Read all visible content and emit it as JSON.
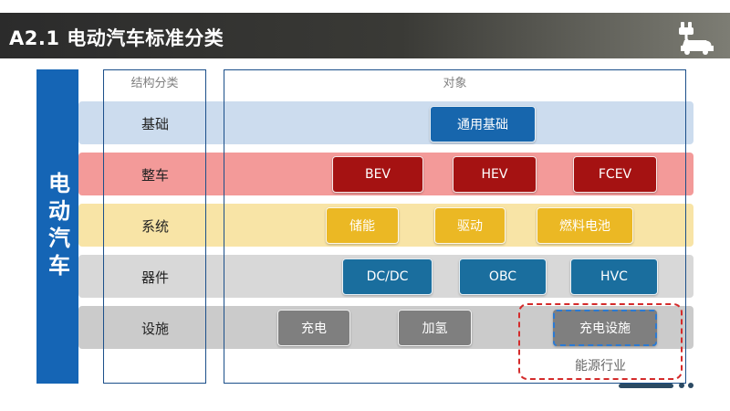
{
  "title": "A2.1  电动汽车标准分类",
  "sidebar_label": "电动汽车",
  "columns": {
    "structure": "结构分类",
    "object": "对象"
  },
  "rows": [
    {
      "label": "基础",
      "color": "#ccdcee",
      "items": [
        {
          "label": "通用基础",
          "color": "#1766ad"
        }
      ]
    },
    {
      "label": "整车",
      "color": "#f39a99",
      "items": [
        {
          "label": "BEV",
          "color": "#a51212"
        },
        {
          "label": "HEV",
          "color": "#a51212"
        },
        {
          "label": "FCEV",
          "color": "#a51212"
        }
      ]
    },
    {
      "label": "系统",
      "color": "#f8e4a6",
      "items": [
        {
          "label": "储能",
          "color": "#ebb824"
        },
        {
          "label": "驱动",
          "color": "#ebb824"
        },
        {
          "label": "燃料电池",
          "color": "#ebb824"
        }
      ]
    },
    {
      "label": "器件",
      "color": "#d8d8d8",
      "items": [
        {
          "label": "DC/DC",
          "color": "#1a6e9e"
        },
        {
          "label": "OBC",
          "color": "#1a6e9e"
        },
        {
          "label": "HVC",
          "color": "#1a6e9e"
        }
      ]
    },
    {
      "label": "设施",
      "color": "#cbcbcb",
      "items": [
        {
          "label": "充电",
          "color": "#7f7f7f"
        },
        {
          "label": "加氢",
          "color": "#7f7f7f"
        },
        {
          "label": "充电设施",
          "color": "#7f7f7f"
        }
      ]
    }
  ],
  "region_label": "能源行业",
  "icons": {
    "header": "car-charging-icon"
  }
}
